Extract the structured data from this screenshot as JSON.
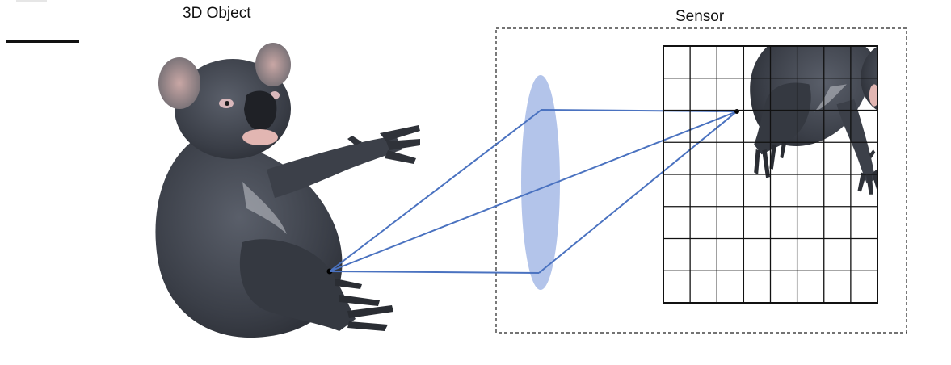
{
  "labels": {
    "object": "3D Object",
    "sensor": "Sensor"
  },
  "colors": {
    "rays": "#4a72c0",
    "lens": "#b3c4ea",
    "koala_fur": "#3b3f48",
    "grid": "#111111"
  },
  "sensor_grid": {
    "cols": 8,
    "rows": 8
  },
  "icons": [
    "koala-figure",
    "lens-shape",
    "sensor-grid",
    "inverted-koala-image"
  ]
}
